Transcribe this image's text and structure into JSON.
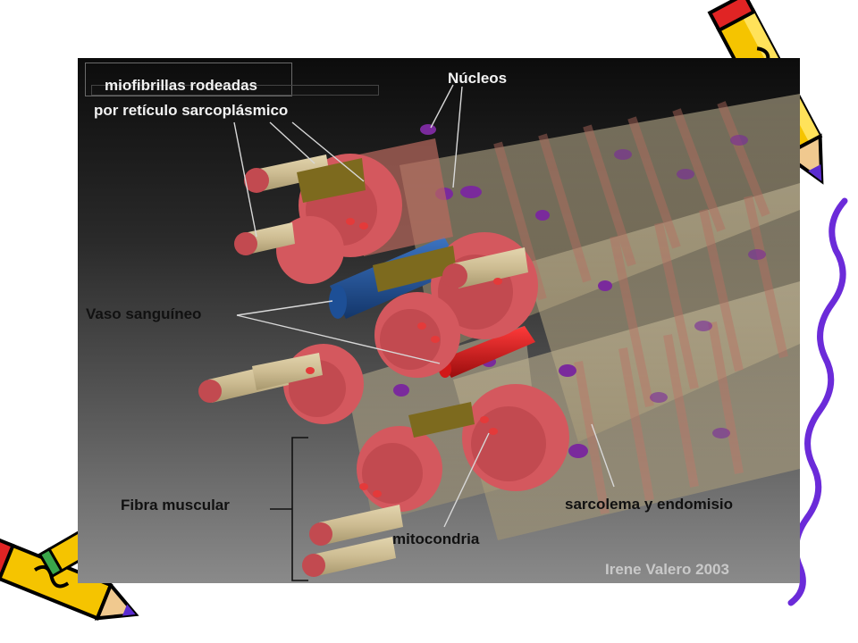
{
  "diagram": {
    "labels": {
      "myofibrils_line1": "miofibrillas rodeadas",
      "myofibrils_line2": "por retículo sarcoplásmico",
      "nuclei": "Núcleos",
      "blood_vessel": "Vaso sanguíneo",
      "muscle_fiber": "Fibra muscular",
      "sarcolemma": "sarcolema y endomisio",
      "mitochondria": "mitocondria"
    },
    "credit": "Irene Valero 2003"
  },
  "colors": {
    "muscle": "#c24a50",
    "endomysium": "#cdbc92",
    "reticulum": "#7d6a1e",
    "vessel_blue": "#1d4f96",
    "vessel_red": "#d11818",
    "nucleus": "#7a2a9c",
    "accent": "#6b2bd9"
  },
  "decorations": {
    "left_icon": "pencil-icon",
    "right_icon": "pencil-icon",
    "right_border": "squiggle-line"
  }
}
